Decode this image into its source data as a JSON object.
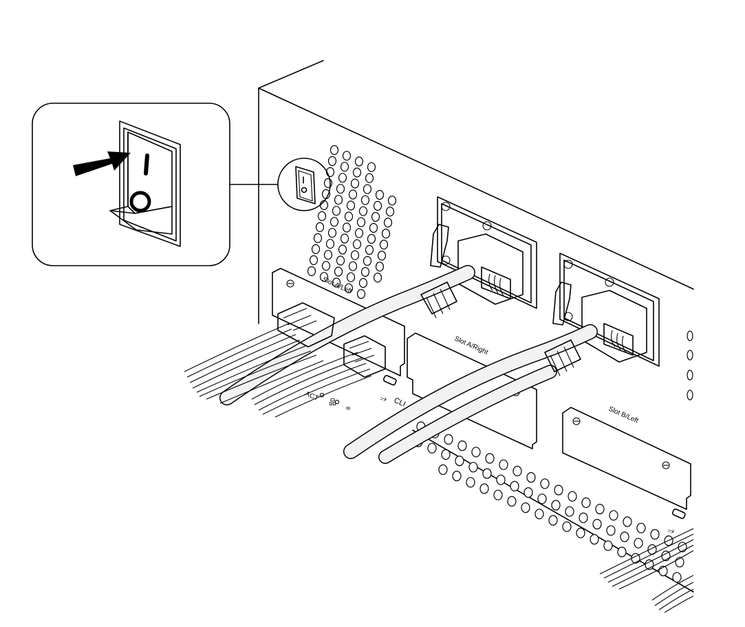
{
  "slots": {
    "a_left": "Slot A/Left",
    "a_right": "Slot A/Right",
    "b_left": "Slot B/Left"
  },
  "port_labels": {
    "cli": "CLI",
    "act": "ACT"
  },
  "switch_marks": {
    "on": "I",
    "off": "O"
  },
  "icons": [
    "arrow-icon",
    "power-switch-icon",
    "usb-icon",
    "network-icon",
    "link-icon",
    "screw-icon",
    "vent-hole-icon"
  ]
}
